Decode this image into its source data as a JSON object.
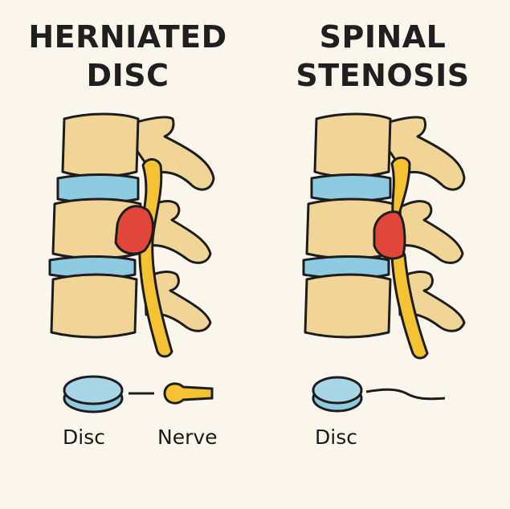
{
  "colors": {
    "background": "#fbf6ec",
    "bone": "#f1d597",
    "disc": "#8fcbe0",
    "nerve": "#f4c232",
    "herniation": "#e0463a",
    "outline": "#1d1d1d"
  },
  "panels": [
    {
      "title_lines": [
        "HERNIATED",
        "DISC"
      ],
      "labels": [
        "Disc",
        "Nerve"
      ]
    },
    {
      "title_lines": [
        "SPINAL",
        "STENOSIS"
      ],
      "labels": [
        "Disc"
      ]
    }
  ]
}
